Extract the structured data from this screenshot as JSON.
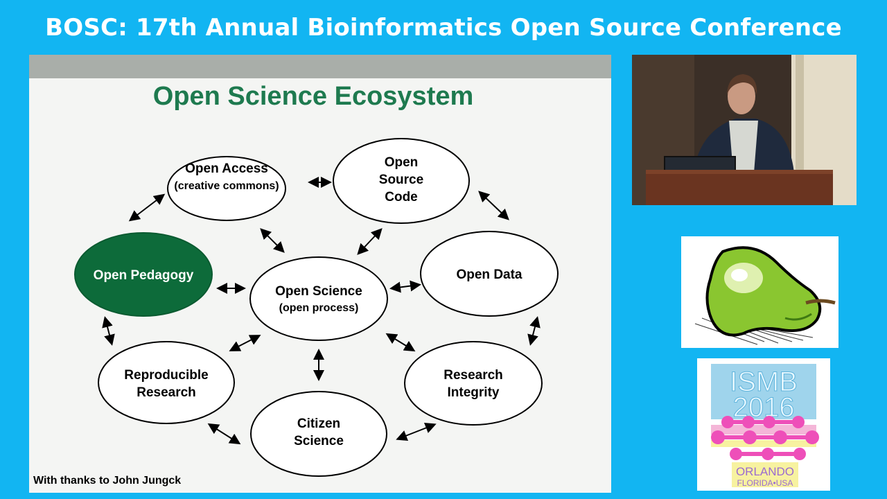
{
  "banner": {
    "title": "BOSC: 17th Annual Bioinformatics Open Source Conference"
  },
  "slide": {
    "title": "Open Science Ecosystem",
    "credit": "With thanks to John Jungck",
    "nodes": {
      "open_access": {
        "line1": "Open Access",
        "line2": "(creative commons)"
      },
      "open_source_code": {
        "line1": "Open",
        "line2": "Source",
        "line3": "Code"
      },
      "open_pedagogy": {
        "line1": "Open Pedagogy"
      },
      "open_science": {
        "line1": "Open Science",
        "line2": "(open process)"
      },
      "open_data": {
        "line1": "Open Data"
      },
      "reproducible_research": {
        "line1": "Reproducible",
        "line2": "Research"
      },
      "research_integrity": {
        "line1": "Research",
        "line2": "Integrity"
      },
      "citizen_science": {
        "line1": "Citizen",
        "line2": "Science"
      }
    },
    "colors": {
      "title_green": "#1e7a4f",
      "highlight_fill": "#0d6b3a"
    }
  },
  "ismb_logo": {
    "line1": "ISMB",
    "line2": "2016",
    "line3": "ORLANDO",
    "line4": "FLORIDA•USA"
  }
}
